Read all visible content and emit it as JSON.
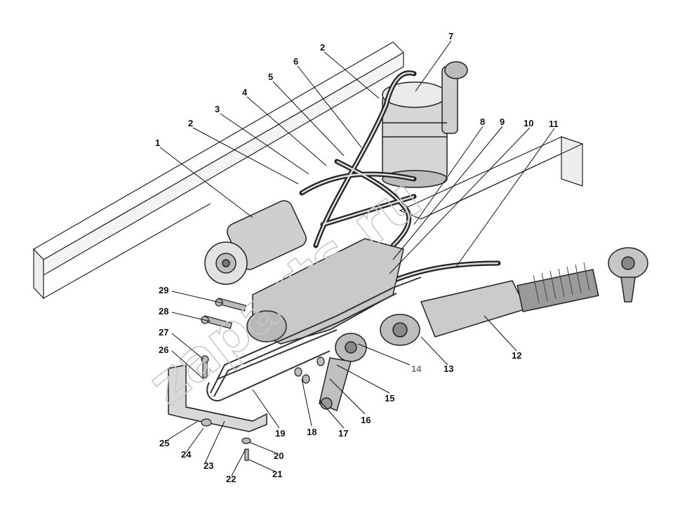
{
  "watermark": "zaparts.ru",
  "callouts": [
    {
      "id": "1",
      "label": "1"
    },
    {
      "id": "2a",
      "label": "2"
    },
    {
      "id": "2b",
      "label": "2"
    },
    {
      "id": "3",
      "label": "3"
    },
    {
      "id": "4",
      "label": "4"
    },
    {
      "id": "5",
      "label": "5"
    },
    {
      "id": "6",
      "label": "6"
    },
    {
      "id": "7",
      "label": "7"
    },
    {
      "id": "8",
      "label": "8"
    },
    {
      "id": "9",
      "label": "9"
    },
    {
      "id": "10",
      "label": "10"
    },
    {
      "id": "11",
      "label": "11"
    },
    {
      "id": "12",
      "label": "12"
    },
    {
      "id": "13",
      "label": "13"
    },
    {
      "id": "14",
      "label": "14"
    },
    {
      "id": "15",
      "label": "15"
    },
    {
      "id": "16",
      "label": "16"
    },
    {
      "id": "17",
      "label": "17"
    },
    {
      "id": "18",
      "label": "18"
    },
    {
      "id": "19",
      "label": "19"
    },
    {
      "id": "20",
      "label": "20"
    },
    {
      "id": "21",
      "label": "21"
    },
    {
      "id": "22",
      "label": "22"
    },
    {
      "id": "23",
      "label": "23"
    },
    {
      "id": "24",
      "label": "24"
    },
    {
      "id": "25",
      "label": "25"
    },
    {
      "id": "26",
      "label": "26"
    },
    {
      "id": "27",
      "label": "27"
    },
    {
      "id": "28",
      "label": "28"
    },
    {
      "id": "29",
      "label": "29"
    }
  ]
}
